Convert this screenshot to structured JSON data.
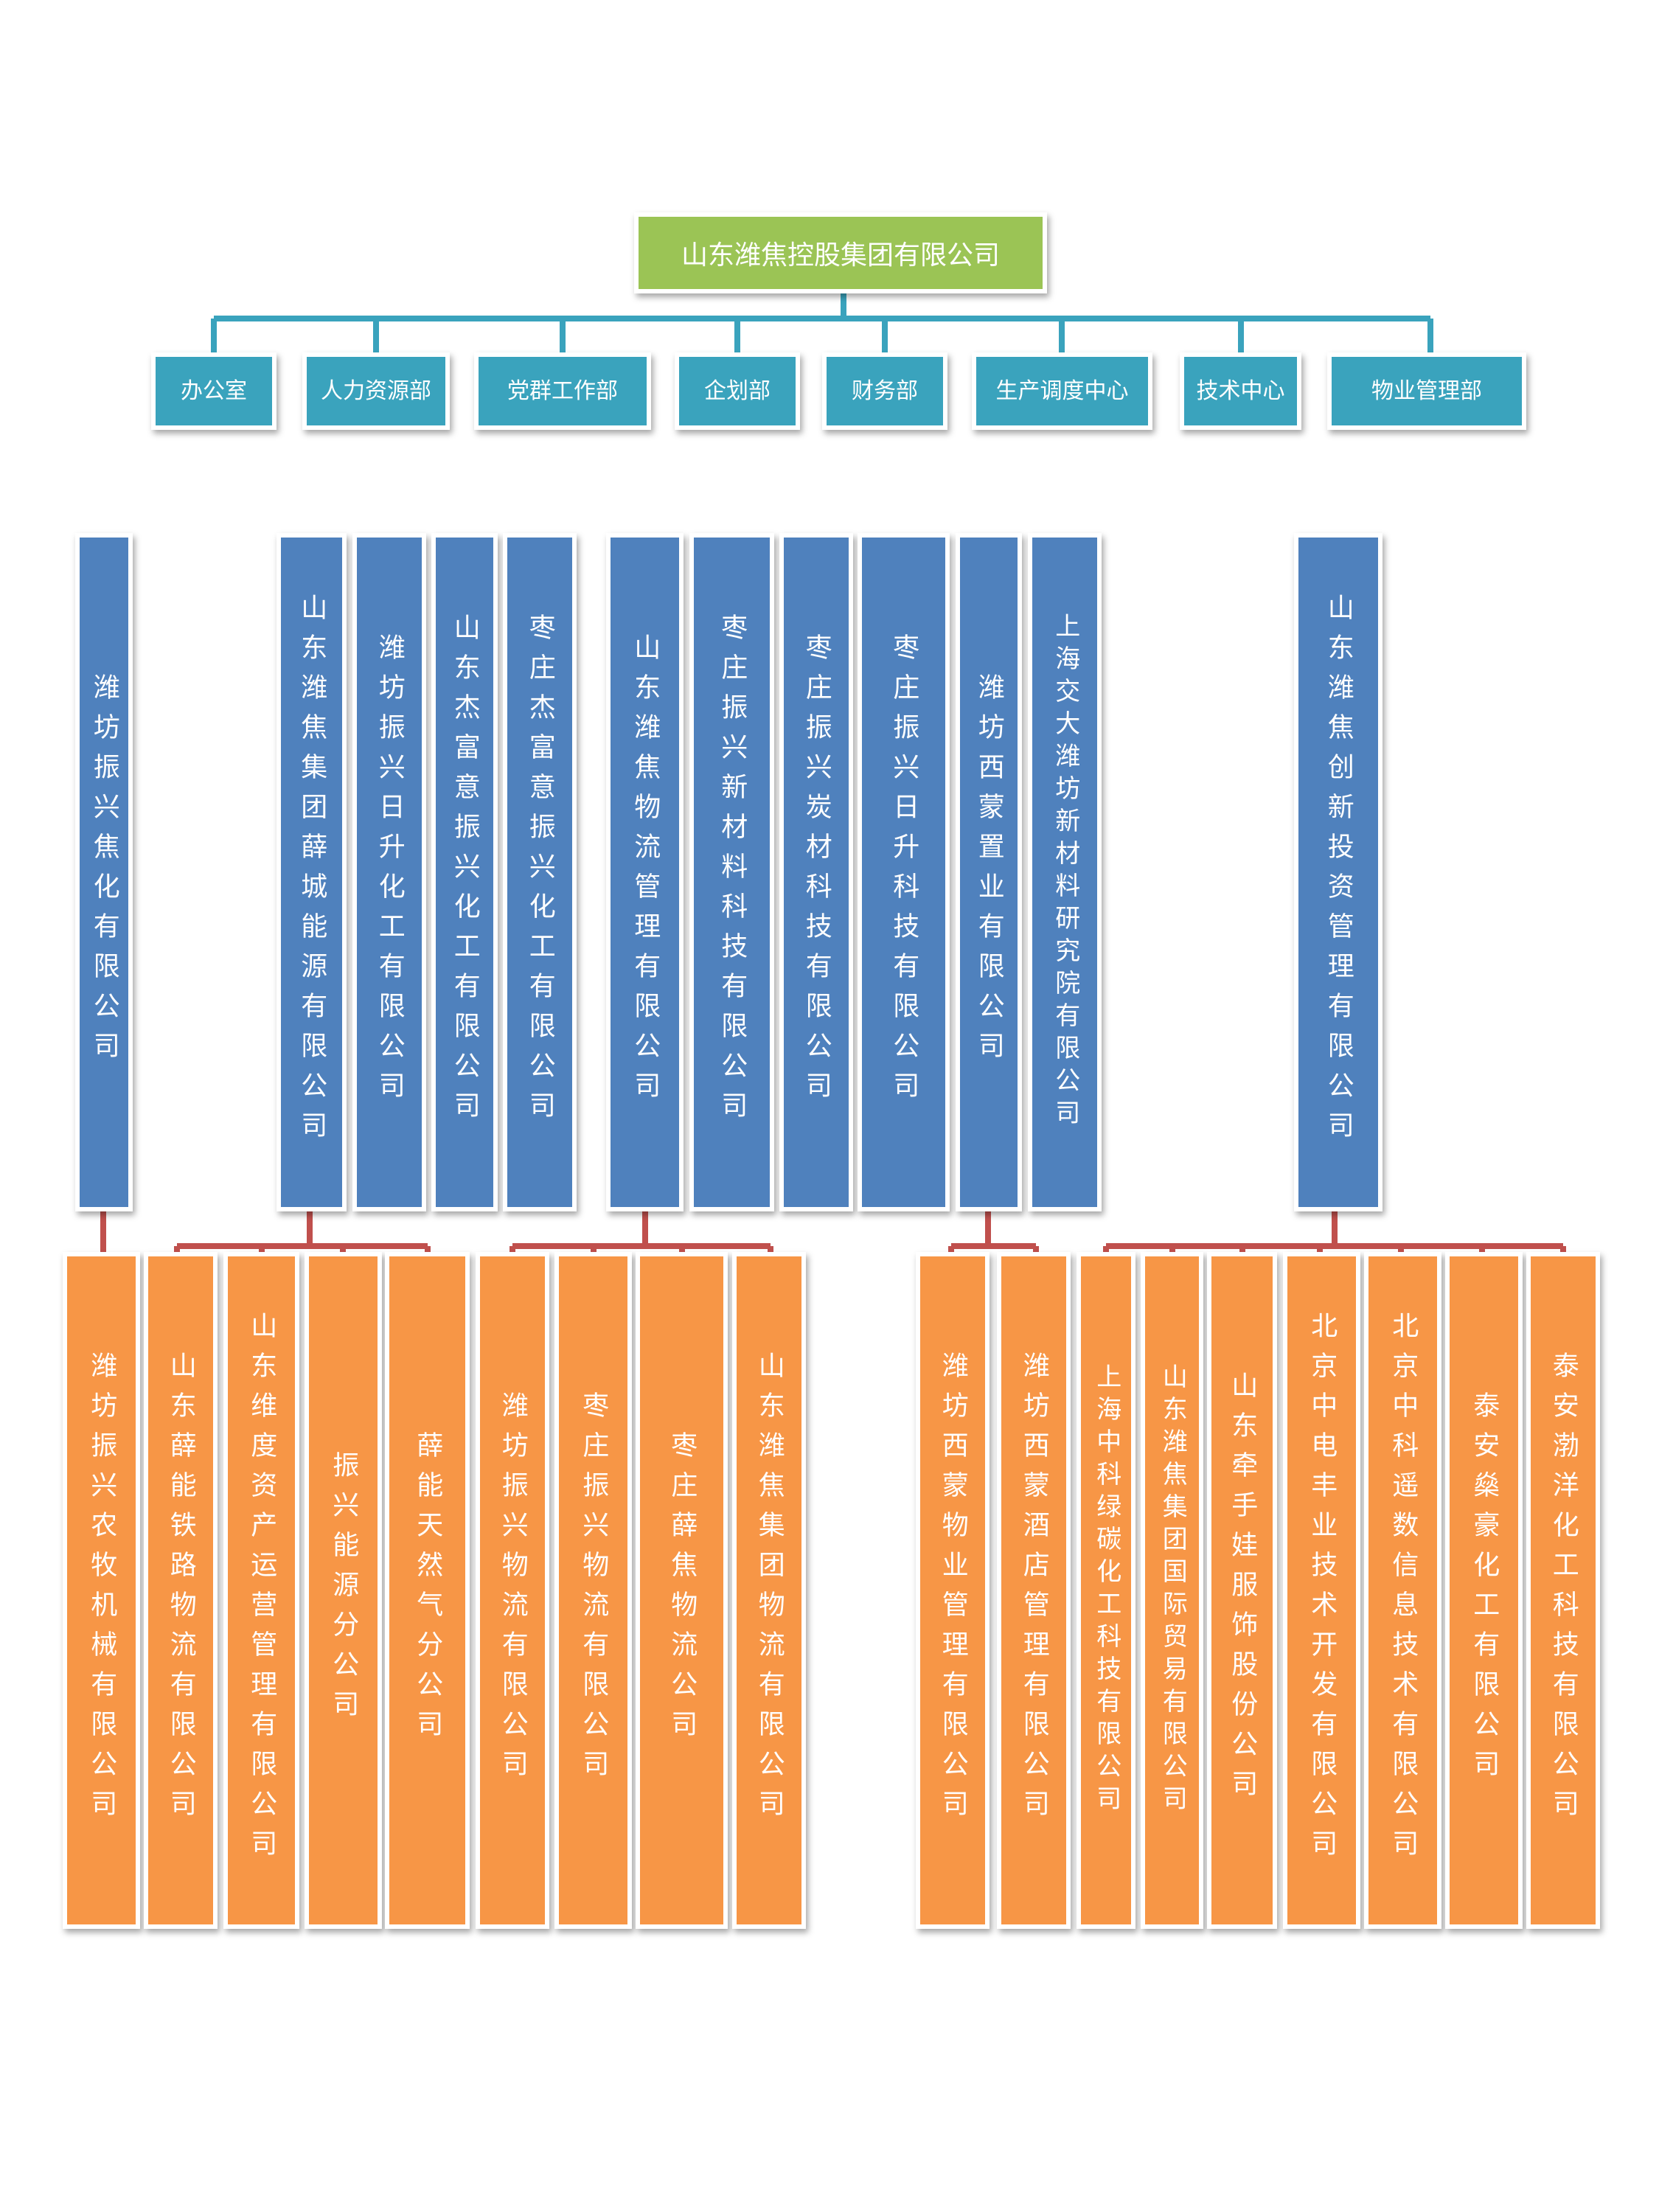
{
  "colors": {
    "root": "#9bc455",
    "department": "#3aa3bd",
    "subsidiary": "#4f81bd",
    "branch": "#f79646",
    "connector_top": "#3aa3bd",
    "connector_bottom": "#c0504d"
  },
  "root": {
    "label": "山东潍焦控股集团有限公司"
  },
  "departments": [
    {
      "label": "办公室"
    },
    {
      "label": "人力资源部"
    },
    {
      "label": "党群工作部"
    },
    {
      "label": "企划部"
    },
    {
      "label": "财务部"
    },
    {
      "label": "生产调度中心"
    },
    {
      "label": "技术中心"
    },
    {
      "label": "物业管理部"
    }
  ],
  "subsidiaries": [
    {
      "label": "潍坊振兴焦化有限公司"
    },
    {
      "label": "山东潍焦集团薛城能源有限公司"
    },
    {
      "label": "潍坊振兴日升化工有限公司"
    },
    {
      "label": "山东杰富意振兴化工有限公司"
    },
    {
      "label": "枣庄杰富意振兴化工有限公司"
    },
    {
      "label": "山东潍焦物流管理有限公司"
    },
    {
      "label": "枣庄振兴新材料科技有限公司"
    },
    {
      "label": "枣庄振兴炭材科技有限公司"
    },
    {
      "label": "枣庄振兴日升科技有限公司"
    },
    {
      "label": "潍坊西蒙置业有限公司"
    },
    {
      "label": "上海交大潍坊新材料研究院有限公司"
    },
    {
      "label": "山东潍焦创新投资管理有限公司"
    }
  ],
  "branches": [
    {
      "label": "潍坊振兴农牧机械有限公司"
    },
    {
      "label": "山东薛能铁路物流有限公司"
    },
    {
      "label": "山东维度资产运营管理有限公司"
    },
    {
      "label": "振兴能源分公司"
    },
    {
      "label": "薛能天然气分公司"
    },
    {
      "label": "潍坊振兴物流有限公司"
    },
    {
      "label": "枣庄振兴物流有限公司"
    },
    {
      "label": "枣庄薛焦物流公司"
    },
    {
      "label": "山东潍焦集团物流有限公司"
    },
    {
      "label": "潍坊西蒙物业管理有限公司"
    },
    {
      "label": "潍坊西蒙酒店管理有限公司"
    },
    {
      "label": "上海中科绿碳化工科技有限公司"
    },
    {
      "label": "山东潍焦集团国际贸易有限公司"
    },
    {
      "label": "山东牵手娃服饰股份公司"
    },
    {
      "label": "北京中电丰业技术开发有限公司"
    },
    {
      "label": "北京中科遥数信息技术有限公司"
    },
    {
      "label": "泰安燊豪化工有限公司"
    },
    {
      "label": "泰安渤洋化工科技有限公司"
    }
  ]
}
